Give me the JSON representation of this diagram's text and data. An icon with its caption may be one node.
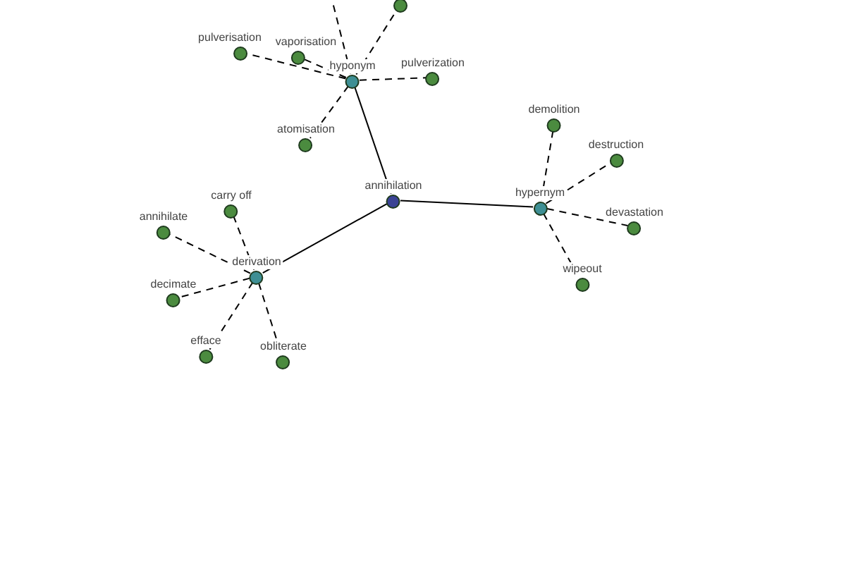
{
  "diagram": {
    "nodes": [
      {
        "text": [
          "annihilation"
        ]
      },
      {
        "text": [
          "hyponym"
        ]
      },
      {
        "text": [
          "hypernym"
        ]
      },
      {
        "text": [
          "derivation"
        ]
      },
      {
        "text": [
          "pulverisation"
        ]
      },
      {
        "text": [
          "vaporisation"
        ]
      },
      {
        "text": [
          "pulverization"
        ]
      },
      {
        "text": [
          "atomisation"
        ]
      },
      {
        "text": [],
        "shape": "circle"
      },
      {
        "text": [
          "demolition"
        ]
      },
      {
        "text": [
          "destruction"
        ]
      },
      {
        "text": [
          "devastation"
        ]
      },
      {
        "text": [
          "wipeout"
        ]
      },
      {
        "text": [
          "carry off"
        ]
      },
      {
        "text": [
          "annihilate"
        ]
      },
      {
        "text": [
          "decimate"
        ]
      },
      {
        "text": [
          "efface"
        ]
      },
      {
        "text": [
          "obliterate"
        ]
      }
    ],
    "edges": [
      {
        "from": 0,
        "to": 1,
        "arrow": "none"
      },
      {
        "from": 0,
        "to": 2,
        "arrow": "none"
      },
      {
        "from": 0,
        "to": 3,
        "arrow": "none"
      },
      {
        "from": 1,
        "to": 4,
        "arrow": "none",
        "style": "dashed"
      },
      {
        "from": 1,
        "to": 5,
        "arrow": "none",
        "style": "dashed"
      },
      {
        "from": 1,
        "to": 6,
        "arrow": "none",
        "style": "dashed"
      },
      {
        "from": 1,
        "to": 7,
        "arrow": "none",
        "style": "dashed"
      },
      {
        "from": 1,
        "to": 8,
        "arrow": "none",
        "style": "dashed"
      },
      {
        "from": 1,
        "to": null,
        "arrow": "none",
        "style": "dashed"
      },
      {
        "from": 2,
        "to": 9,
        "arrow": "none",
        "style": "dashed"
      },
      {
        "from": 2,
        "to": 10,
        "arrow": "none",
        "style": "dashed"
      },
      {
        "from": 2,
        "to": 11,
        "arrow": "none",
        "style": "dashed"
      },
      {
        "from": 2,
        "to": 12,
        "arrow": "none",
        "style": "dashed"
      },
      {
        "from": 3,
        "to": 13,
        "arrow": "none",
        "style": "dashed"
      },
      {
        "from": 3,
        "to": 14,
        "arrow": "none",
        "style": "dashed"
      },
      {
        "from": 3,
        "to": 15,
        "arrow": "none",
        "style": "dashed"
      },
      {
        "from": 3,
        "to": 16,
        "arrow": "none",
        "style": "dashed"
      },
      {
        "from": 3,
        "to": 17,
        "arrow": "none",
        "style": "dashed"
      }
    ]
  }
}
